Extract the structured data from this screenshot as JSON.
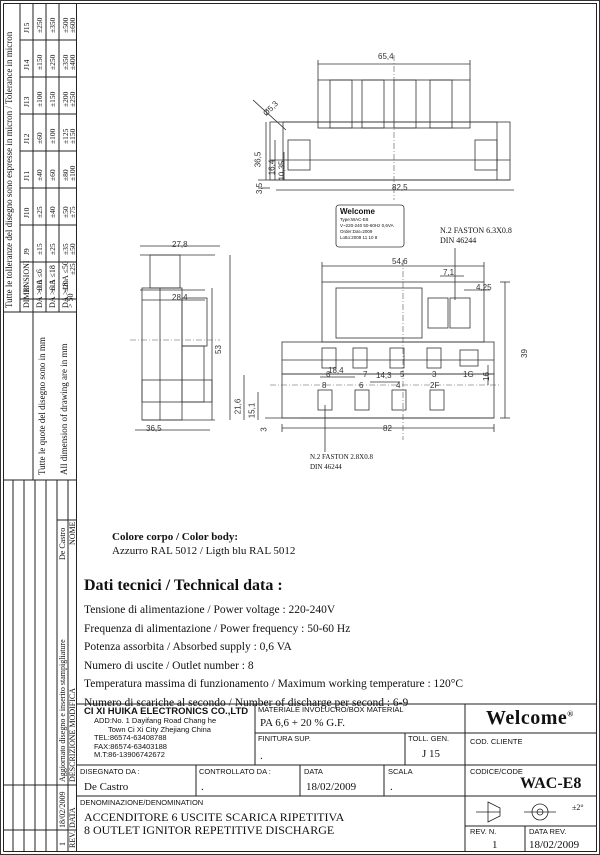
{
  "tolerance_table": {
    "header_it": "Tutte le tolleranze del disegno sono espresse in micron / Tolerance in micron",
    "dimensions_label": "DIMENSIONI",
    "columns": [
      "J8",
      "J9",
      "J10",
      "J11",
      "J12",
      "J13",
      "J14",
      "J15"
    ],
    "rows": [
      {
        "label": "DA >0 A ≤6",
        "values": [
          "±10",
          "±15",
          "±25",
          "±40",
          "±60",
          "±100",
          "±150",
          "±250"
        ]
      },
      {
        "label": "DA >6 A ≤18",
        "values": [
          "±15",
          "±25",
          "±40",
          "±60",
          "±100",
          "±150",
          "±250",
          "±350"
        ]
      },
      {
        "label": "DA >18 A ≤50",
        "values": [
          "±20",
          "±35",
          "±50",
          "±80",
          "±125",
          "±200",
          "±350",
          "±500"
        ]
      },
      {
        "label": "> 50",
        "values": [
          "±25",
          "±50",
          "±75",
          "±100",
          "±150",
          "±250",
          "±400",
          "±600"
        ]
      }
    ]
  },
  "units_note": {
    "line1": "Tutte le quote del disegno sono in mm",
    "line2": "All dimension of drawing are in mm"
  },
  "revision_side": {
    "desc_header": "DESCRIZIONE MODIFICA",
    "name_header": "NOME",
    "rev_header": "REV.",
    "date_header": "DATA",
    "entry_desc": "Aggiornato disegno e inserito stampigliature",
    "entry_name": "De Castro",
    "entry_date": "18/02/2009",
    "entry_rev": "1"
  },
  "drawing": {
    "dims": {
      "d65_4": "65,4",
      "d5_3": "Ø5,3",
      "d36_5a": "36,5",
      "d16_4": "16,4",
      "d10_35": "10,35",
      "d3_5": "3,5",
      "d82_5": "82,5",
      "d27_8": "27,8",
      "d28_4": "28,4",
      "d53": "53",
      "d21_6": "21,6",
      "d15_1": "15,1",
      "d3": "3",
      "d36_5b": "36,5",
      "d54_6": "54,6",
      "d7_1": "7,1",
      "d4_25": "4,25",
      "d39": "39",
      "d18_4": "18,4",
      "d14_3": "14,3",
      "d82": "82",
      "d16": "16"
    },
    "faston_top": {
      "line1": "N.2 FASTON 6.3X0.8",
      "line2": "DIN 46244"
    },
    "faston_bottom": {
      "line1": "N.2 FASTON 2.8X0.8",
      "line2": "DIN 46244"
    },
    "outlets_top": [
      "6",
      "7",
      "5",
      "3",
      "1G"
    ],
    "outlets_bottom": [
      "8",
      "6",
      "4",
      "2F"
    ],
    "label": {
      "brand": "Welcome",
      "l1": "Type:WAC-E8",
      "l2": "V~220-240 50-60Hz 0,6VA",
      "l3": "Order:Dat=2009",
      "l4": "Lotto:2009 11 10 8"
    }
  },
  "color_body": {
    "title": "Colore corpo / Color body:",
    "value": "Azzurro RAL 5012 / Ligth blu RAL 5012"
  },
  "tech": {
    "title": "Dati tecnici / Technical data :",
    "lines": [
      "Tensione di alimentazione / Power voltage : 220-240V",
      "Frequenza di alimentazione / Power frequency : 50-60 Hz",
      "Potenza assorbita / Absorbed supply : 0,6 VA",
      "Numero di uscite / Outlet number : 8",
      "Temperatura massima di funzionamento / Maximum working temperature : 120°C",
      "Numero di scariche al secondo / Number of discharge per second : 6-9"
    ]
  },
  "company": {
    "name": "CI XI HUIKA ELECTRONICS CO.,LTD",
    "add1": "ADD:No. 1 Dayifang Road Chang he",
    "add2": "Town Ci Xi City Zhejiang China",
    "tel": "TEL:86574-63408788",
    "fax": "FAX:86574-63403188",
    "mt": "M.T:86-13906742672"
  },
  "title_block": {
    "material_label": "MATERIALE INVOLUCRO/BOX MATERIAL",
    "material_value": "PA 6,6 + 20 % G.F.",
    "brand": "Welcome",
    "finitura_label": "FINITURA SUP.",
    "finitura_value": ".",
    "toll_label": "TOLL. GEN.",
    "toll_value": "J 15",
    "cod_cliente_label": "COD. CLIENTE",
    "disegnato_label": "DISEGNATO DA :",
    "disegnato_value": "De Castro",
    "controllato_label": "CONTROLLATO DA :",
    "controllato_value": ".",
    "data_label": "DATA",
    "data_value": "18/02/2009",
    "scala_label": "SCALA",
    "scala_value": ".",
    "codice_label": "CODICE/CODE",
    "codice_value": "WAC-E8",
    "denom_label": "DENOMINAZIONE/DENOMINATION",
    "denom_it": "ACCENDITORE 6 USCITE SCARICA RIPETITIVA",
    "denom_en": "8 OUTLET IGNITOR REPETITIVE DISCHARGE",
    "tolerance_symbol": "±2°",
    "rev_label": "REV. N.",
    "rev_value": "1",
    "data_rev_label": "DATA REV.",
    "data_rev_value": "18/02/2009"
  }
}
